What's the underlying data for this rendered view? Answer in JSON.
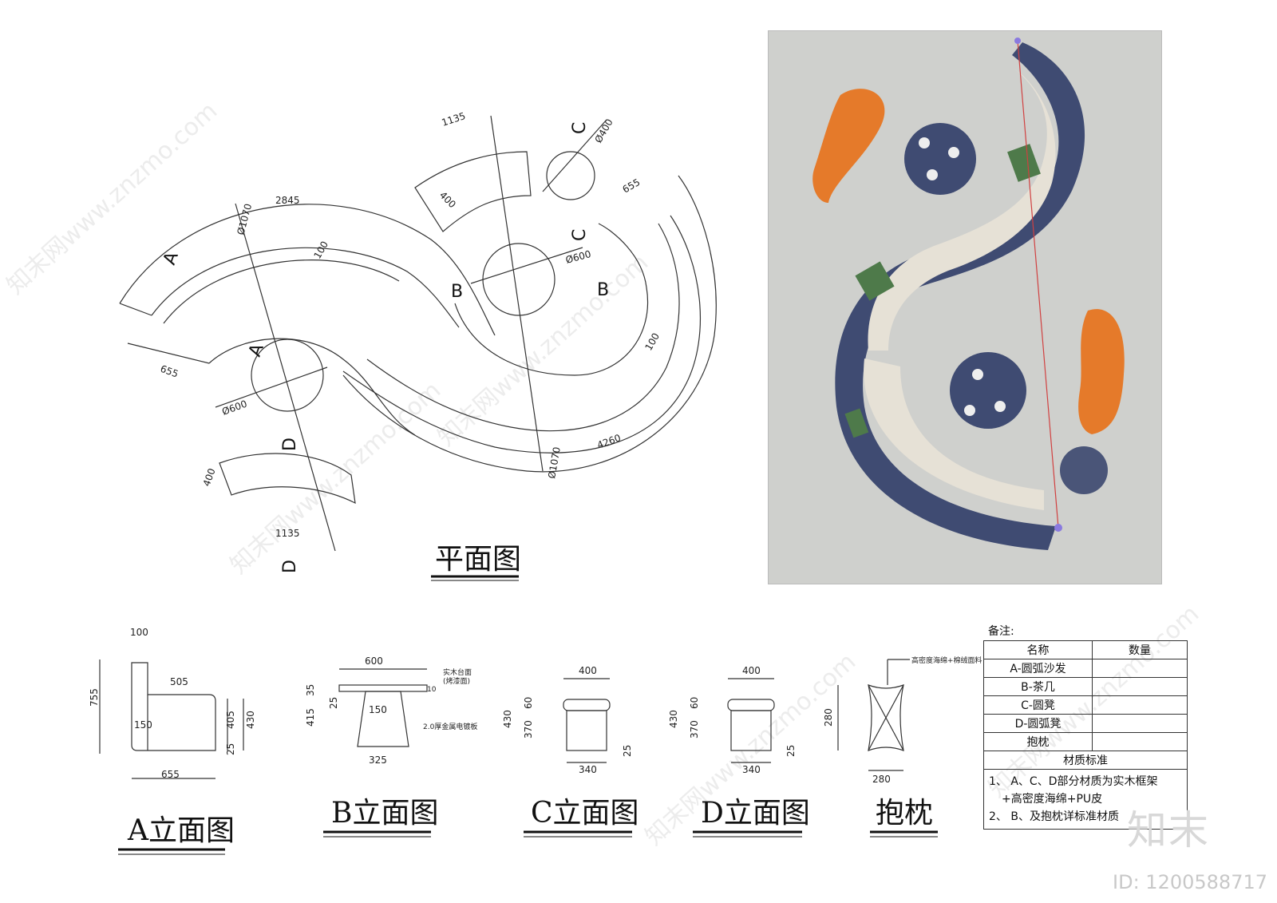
{
  "plan": {
    "title": "平面图",
    "dims": {
      "d2845": "2845",
      "d1135_top": "1135",
      "d400_top": "400",
      "d400_round": "Ø400",
      "d655_right": "655",
      "d1070_top": "Ø1070",
      "d100_a": "100",
      "d600_b": "Ø600",
      "d655_left": "655",
      "d600_a": "Ø600",
      "d100_b": "100",
      "d4260": "4260",
      "d1070_bottom": "Ø1070",
      "d400_bottom": "400",
      "d1135_bottom": "1135"
    },
    "sections": {
      "a1": "A",
      "a2": "A",
      "b1": "B",
      "b2": "B",
      "c1": "C",
      "c2": "C",
      "d1": "D",
      "d2": "D"
    }
  },
  "elevations": {
    "a": {
      "title": "A立面图",
      "d100": "100",
      "d505": "505",
      "d755": "755",
      "d150": "150",
      "d405": "405",
      "d430": "430",
      "d25": "25",
      "d655": "655"
    },
    "b": {
      "title": "B立面图",
      "d600": "600",
      "note1": "实木台面",
      "note2": "(烤漆面)",
      "d10": "10",
      "d35": "35",
      "d25": "25",
      "d415": "415",
      "d150": "150",
      "note3": "2.0厚金属电镀板",
      "d325": "325"
    },
    "c": {
      "title": "C立面图",
      "d400": "400",
      "d430": "430",
      "d60": "60",
      "d370": "370",
      "d25": "25",
      "d340": "340"
    },
    "d": {
      "title": "D立面图",
      "d400": "400",
      "d430": "430",
      "d60": "60",
      "d370": "370",
      "d25": "25",
      "d340": "340"
    },
    "pillow": {
      "title": "抱枕",
      "note": "高密度海绵+棉绒面料",
      "d280h": "280",
      "d280w": "280"
    }
  },
  "notes": {
    "heading": "备注:",
    "col_name": "名称",
    "col_qty": "数量",
    "rows": [
      "A-圆弧沙发",
      "B-茶几",
      "C-圆凳",
      "D-圆弧凳",
      "抱枕"
    ],
    "material_heading": "材质标准",
    "material_1": "1、 A、C、D部分材质为实木框架",
    "material_1b": "+高密度海绵+PU皮",
    "material_2": "2、 B、及抱枕详标准材质"
  },
  "watermark": "知末网www.znzmo.com",
  "logo": "知末",
  "id_label": "ID: 1200588717",
  "colors": {
    "navy": "#3f4b72",
    "orange": "#e57a2a",
    "cream": "#e6e1d6",
    "green": "#4e7a4a",
    "render_bg": "#cfd0cd"
  }
}
